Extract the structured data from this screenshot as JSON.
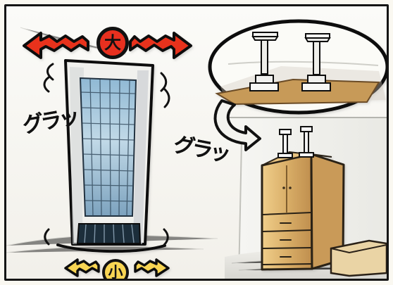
{
  "labels": {
    "large": "大",
    "small": "小"
  },
  "sound_effects": {
    "left": "グラッ",
    "right": "グラッ"
  },
  "icons": {
    "large_arrow": "double-arrow-large-icon",
    "small_arrow": "double-arrow-small-icon",
    "curved_arrow": "curved-arrow-icon"
  },
  "colors": {
    "outline": "#111111",
    "large_arrow_red": "#e8301f",
    "small_arrow_yellow": "#f8d553",
    "wood": "#d7ab67",
    "glass": "#9ec2da"
  }
}
